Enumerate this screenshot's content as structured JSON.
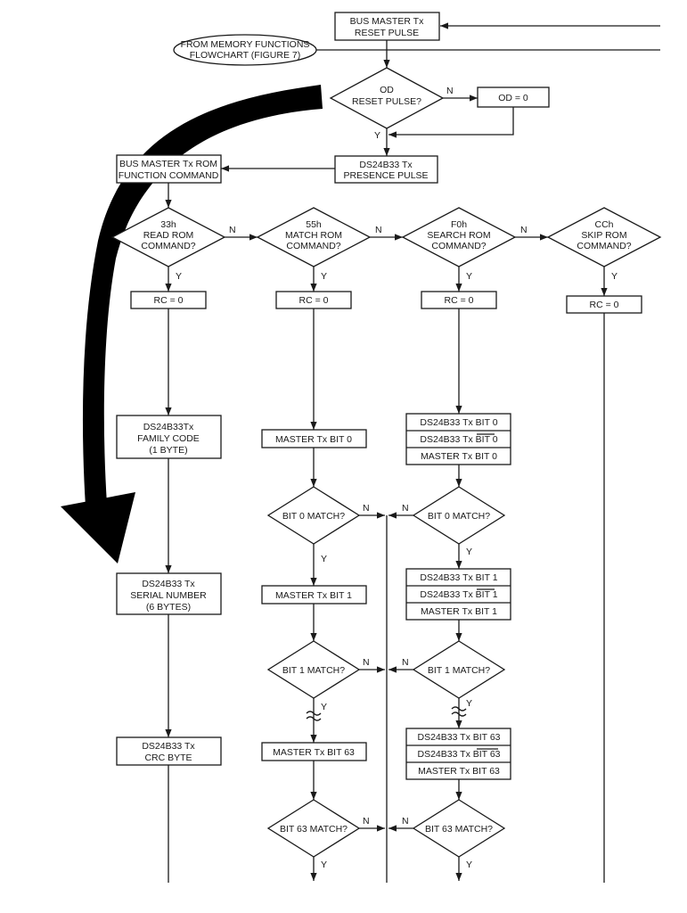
{
  "top": {
    "reset_box": [
      "BUS MASTER Tx",
      "RESET PULSE"
    ],
    "from_memory": [
      "FROM MEMORY FUNCTIONS",
      "FLOWCHART (FIGURE 7)"
    ],
    "od_decision": [
      "OD",
      "RESET PULSE?"
    ],
    "od_set": "OD = 0",
    "presence_box": [
      "DS24B33 Tx",
      "PRESENCE PULSE"
    ],
    "rom_cmd_box": [
      "BUS MASTER Tx ROM",
      "FUNCTION COMMAND"
    ]
  },
  "commands": {
    "read": [
      "33h",
      "READ ROM",
      "COMMAND?"
    ],
    "match": [
      "55h",
      "MATCH ROM",
      "COMMAND?"
    ],
    "search": [
      "F0h",
      "SEARCH ROM",
      "COMMAND?"
    ],
    "skip": [
      "CCh",
      "SKIP ROM",
      "COMMAND?"
    ]
  },
  "rc": "RC = 0",
  "yes": "Y",
  "no": "N",
  "read_col": {
    "family": [
      "DS24B33Tx",
      "FAMILY CODE",
      "(1 BYTE)"
    ],
    "serial": [
      "DS24B33 Tx",
      "SERIAL NUMBER",
      "(6 BYTES)"
    ],
    "crc": [
      "DS24B33 Tx",
      "CRC BYTE"
    ]
  },
  "match_col": {
    "bit0": "MASTER Tx BIT 0",
    "bit0_q": "BIT 0 MATCH?",
    "bit1": "MASTER Tx BIT 1",
    "bit1_q": "BIT 1 MATCH?",
    "bit63": "MASTER Tx BIT 63",
    "bit63_q": "BIT 63 MATCH?"
  },
  "search_col": {
    "g0": [
      "DS24B33 Tx BIT 0",
      "DS24B33 Tx BIT 0",
      "MASTER Tx BIT 0"
    ],
    "bit0_q": "BIT 0 MATCH?",
    "g1": [
      "DS24B33 Tx BIT 1",
      "DS24B33 Tx BIT 1",
      "MASTER Tx BIT 1"
    ],
    "bit1_q": "BIT 1 MATCH?",
    "g63": [
      "DS24B33 Tx BIT 63",
      "DS24B33 Tx BIT 63",
      "MASTER Tx BIT 63"
    ],
    "bit63_q": "BIT 63 MATCH?"
  },
  "colors": {
    "line": "#1a1a1a",
    "arrow": "#000000",
    "background": "#ffffff"
  }
}
